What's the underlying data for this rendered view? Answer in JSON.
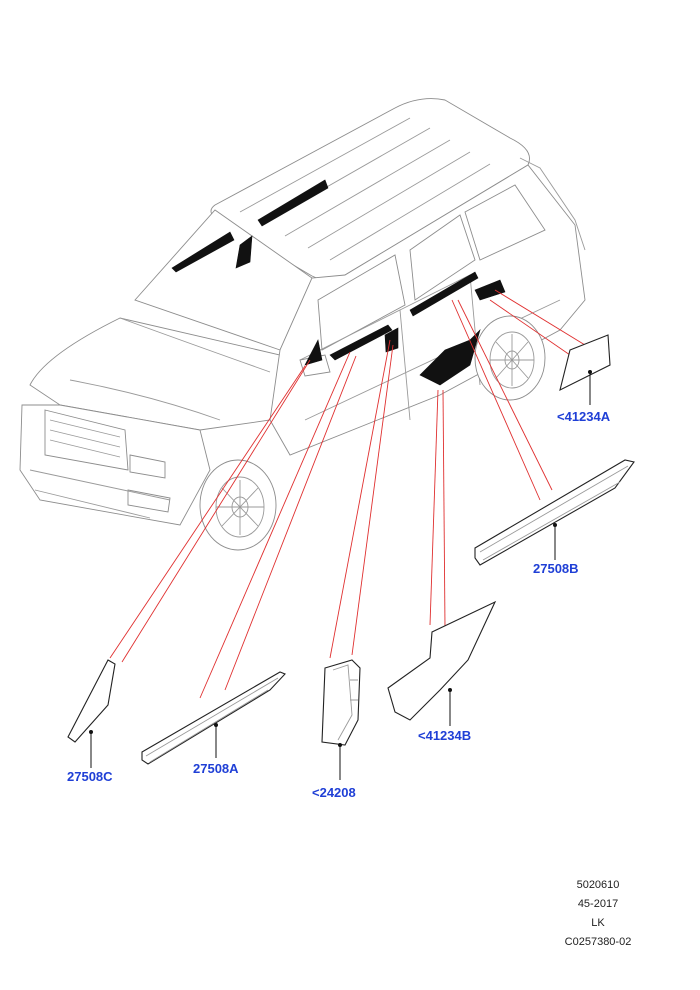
{
  "callouts": {
    "p41234A_top": "<41234A",
    "p27508B": "27508B",
    "p27508C": "27508C",
    "p27508A": "27508A",
    "p24208": "<24208",
    "p41234B": "<41234B"
  },
  "meta": {
    "line1": "5020610",
    "line2": "45-2017",
    "line3": "LK",
    "line4": "C0257380-02"
  },
  "colors": {
    "callout": "#1f3fd6",
    "leader": "#e03030"
  }
}
